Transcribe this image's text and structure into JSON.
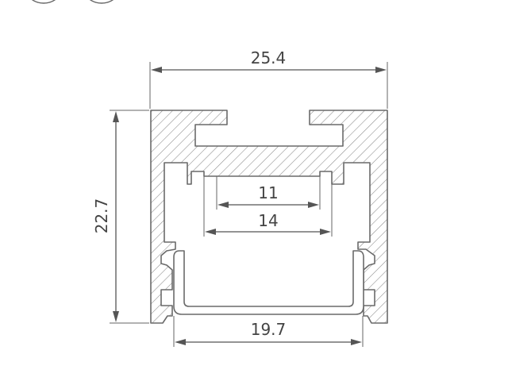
{
  "diagram": {
    "type": "aluminium-profile-cross-section",
    "units": "mm",
    "dimensions": {
      "overall_width": "25.4",
      "overall_height": "22.7",
      "inner_narrow_width": "11",
      "inner_wide_width": "14",
      "diffuser_width": "19.7"
    },
    "colors": {
      "outline": "#6a6a6a",
      "hatch": "#8a8a8a",
      "dimension_lines": "#555555",
      "text": "#444444"
    }
  }
}
